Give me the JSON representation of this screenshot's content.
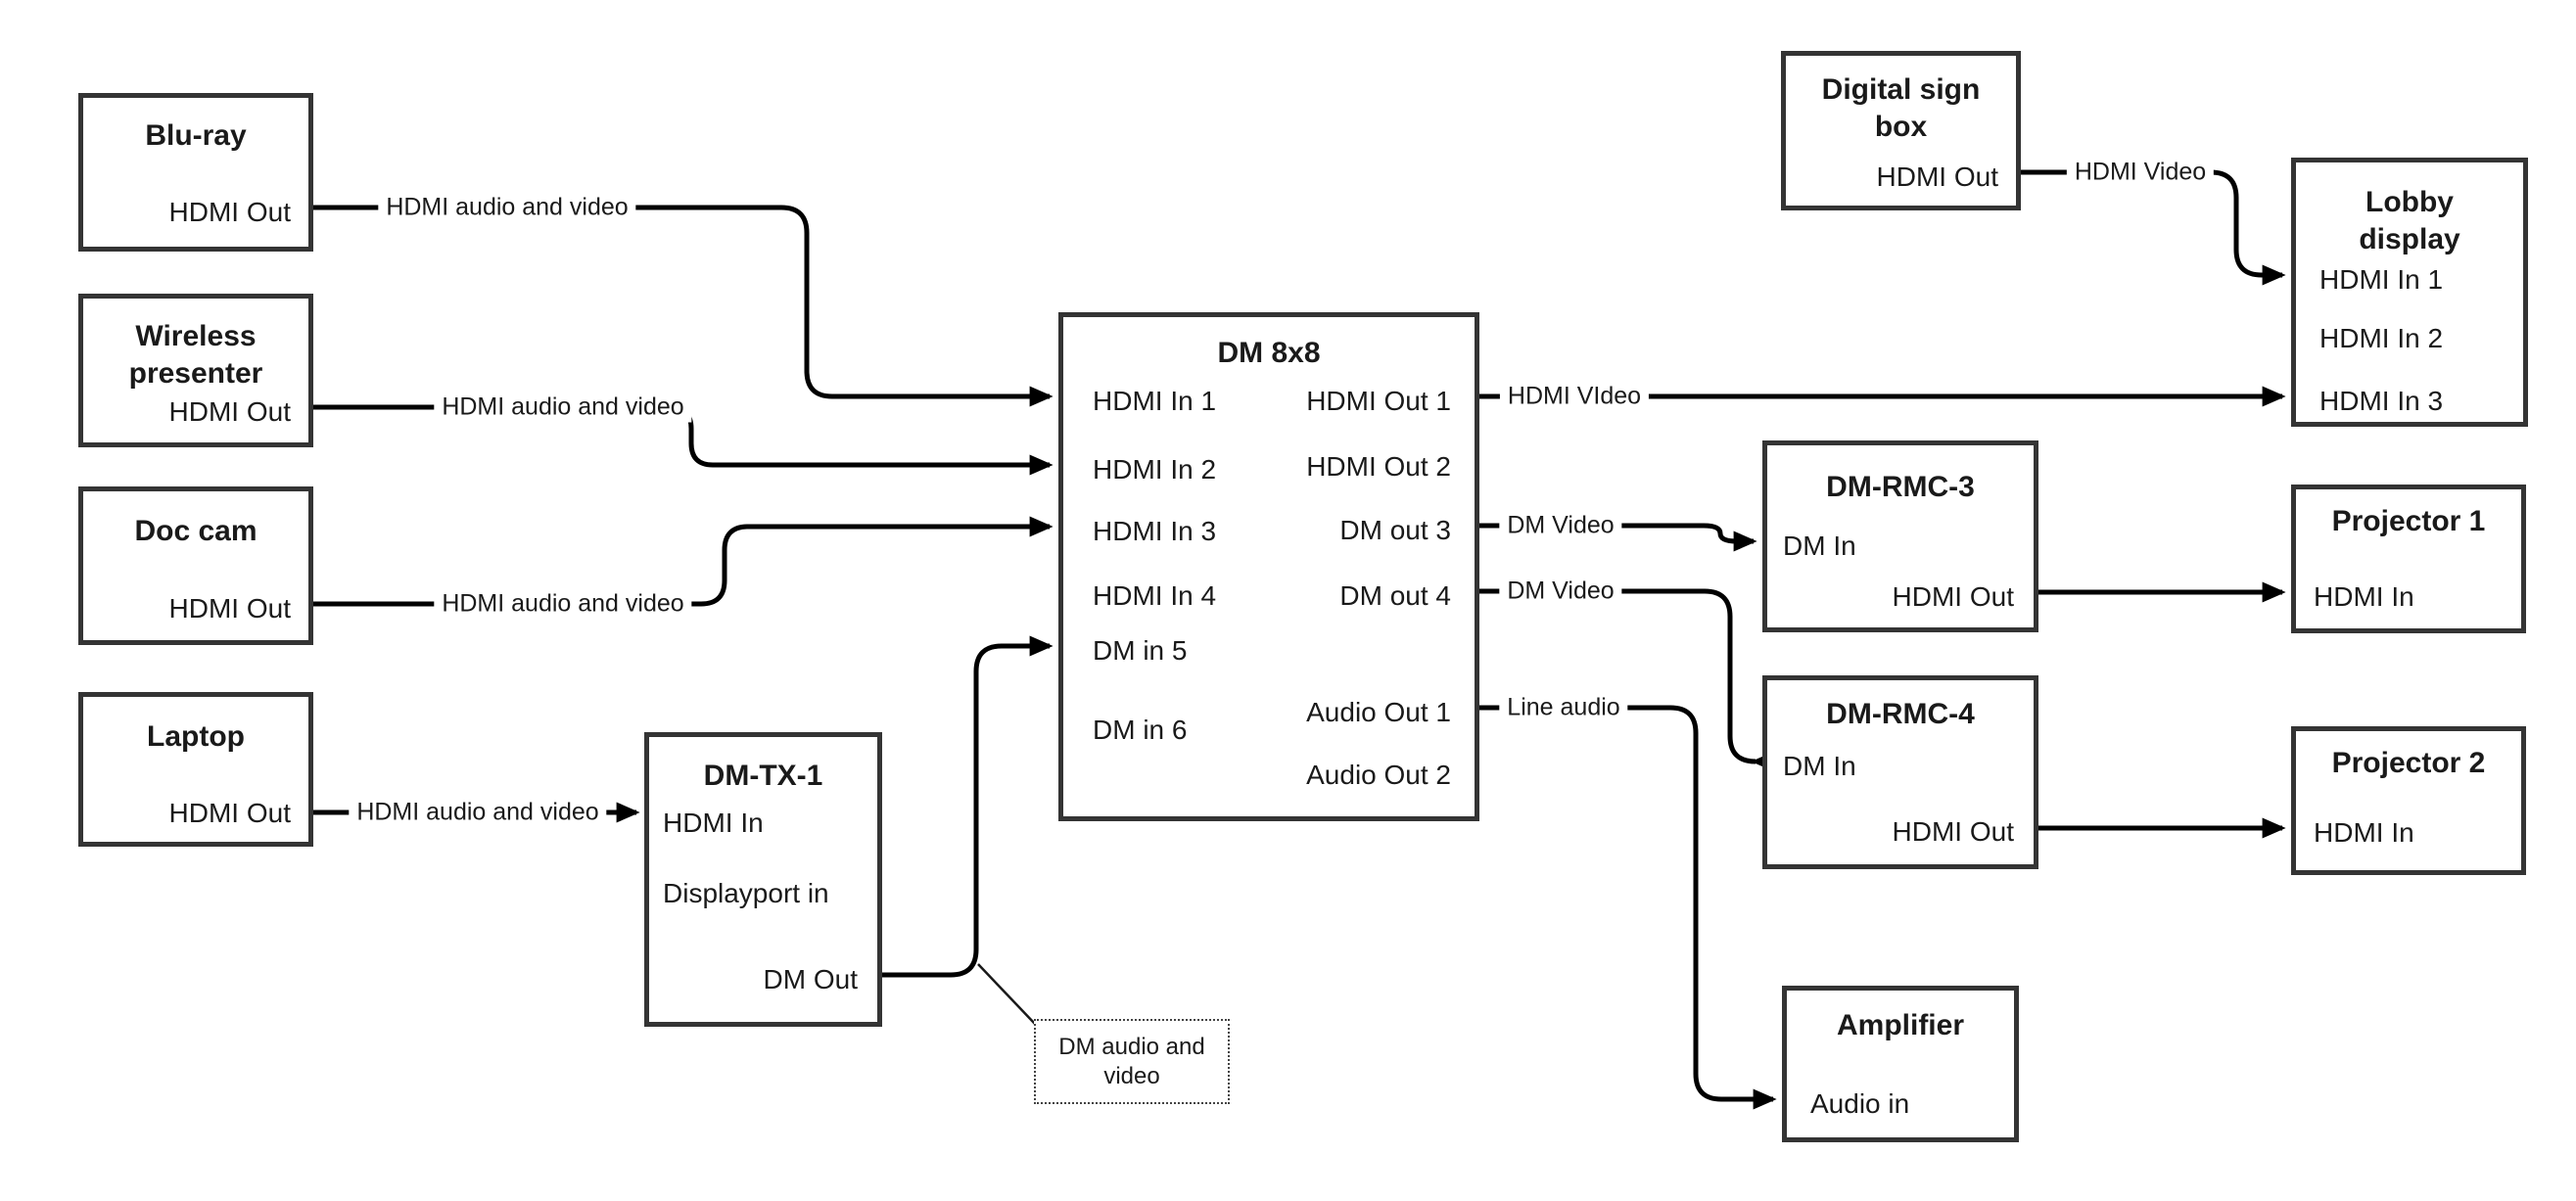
{
  "canvas": {
    "background": "#ffffff",
    "wire_color": "#000000",
    "box_border_color": "#343434"
  },
  "boxes": {
    "bluray": {
      "title": "Blu-ray",
      "ports": {
        "hdmi_out": "HDMI Out"
      }
    },
    "wireless": {
      "title": "Wireless presenter",
      "ports": {
        "hdmi_out": "HDMI Out"
      }
    },
    "doccam": {
      "title": "Doc cam",
      "ports": {
        "hdmi_out": "HDMI Out"
      }
    },
    "laptop": {
      "title": "Laptop",
      "ports": {
        "hdmi_out": "HDMI Out"
      }
    },
    "dmtx1": {
      "title": "DM-TX-1",
      "ports": {
        "hdmi_in": "HDMI In",
        "displayport_in": "Displayport in",
        "dm_out": "DM Out"
      }
    },
    "dm8x8": {
      "title": "DM 8x8",
      "ports": {
        "in1": "HDMI In 1",
        "in2": "HDMI In 2",
        "in3": "HDMI In 3",
        "in4": "HDMI In 4",
        "in5": "DM in 5",
        "in6": "DM in 6",
        "out1": "HDMI Out 1",
        "out2": "HDMI Out 2",
        "out3": "DM out 3",
        "out4": "DM out 4",
        "audio1": "Audio Out 1",
        "audio2": "Audio Out 2"
      }
    },
    "digital_sign": {
      "title": "Digital sign box",
      "ports": {
        "hdmi_out": "HDMI Out"
      }
    },
    "lobby": {
      "title": "Lobby display",
      "ports": {
        "in1": "HDMI In 1",
        "in2": "HDMI In 2",
        "in3": "HDMI In 3"
      }
    },
    "rmc3": {
      "title": "DM-RMC-3",
      "ports": {
        "dm_in": "DM In",
        "hdmi_out": "HDMI Out"
      }
    },
    "proj1": {
      "title": "Projector 1",
      "ports": {
        "hdmi_in": "HDMI In"
      }
    },
    "rmc4": {
      "title": "DM-RMC-4",
      "ports": {
        "dm_in": "DM In",
        "hdmi_out": "HDMI Out"
      }
    },
    "proj2": {
      "title": "Projector 2",
      "ports": {
        "hdmi_in": "HDMI In"
      }
    },
    "amplifier": {
      "title": "Amplifier",
      "ports": {
        "audio_in": "Audio in"
      }
    }
  },
  "connections": [
    {
      "from": "Blu-ray HDMI Out",
      "to": "DM 8x8 HDMI In 1",
      "label": "HDMI audio and video"
    },
    {
      "from": "Wireless presenter HDMI Out",
      "to": "DM 8x8 HDMI In 2",
      "label": "HDMI audio and video"
    },
    {
      "from": "Doc cam HDMI Out",
      "to": "DM 8x8 HDMI In 3",
      "label": "HDMI audio and video"
    },
    {
      "from": "Laptop HDMI Out",
      "to": "DM-TX-1 HDMI In",
      "label": "HDMI audio and video"
    },
    {
      "from": "DM-TX-1 DM Out",
      "to": "DM 8x8 DM in 5",
      "label": "DM audio and video"
    },
    {
      "from": "DM 8x8 HDMI Out 1",
      "to": "Lobby display HDMI In 3",
      "label": "HDMI VIdeo"
    },
    {
      "from": "Digital sign box HDMI Out",
      "to": "Lobby display HDMI In 1",
      "label": "HDMI Video"
    },
    {
      "from": "DM 8x8 DM out 3",
      "to": "DM-RMC-3 DM In",
      "label": "DM Video"
    },
    {
      "from": "DM 8x8 DM out 4",
      "to": "DM-RMC-4 DM In",
      "label": "DM Video"
    },
    {
      "from": "DM 8x8 Audio Out 1",
      "to": "Amplifier Audio in",
      "label": "Line audio"
    },
    {
      "from": "DM-RMC-3 HDMI Out",
      "to": "Projector 1 HDMI In",
      "label": ""
    },
    {
      "from": "DM-RMC-4 HDMI Out",
      "to": "Projector 2 HDMI In",
      "label": ""
    }
  ],
  "callout": {
    "text": "DM audio and video"
  }
}
